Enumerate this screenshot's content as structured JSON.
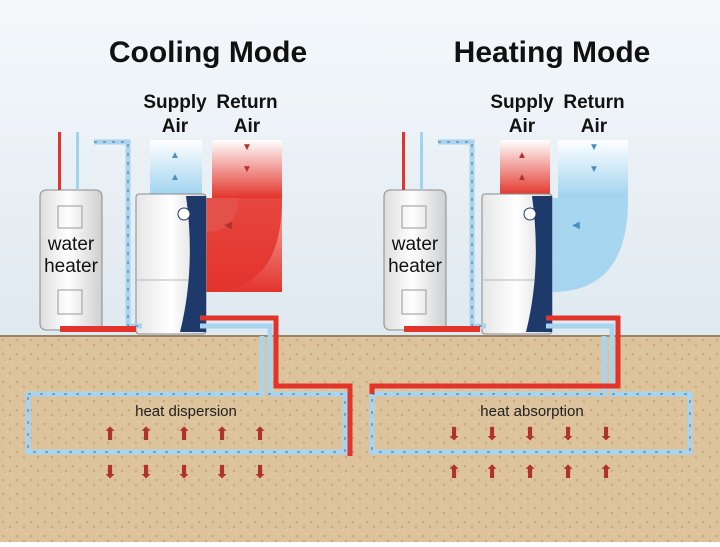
{
  "cooling": {
    "title": "Cooling Mode",
    "supply_line1": "Supply",
    "supply_line2": "Air",
    "return_line1": "Return",
    "return_line2": "Air",
    "heater_line1": "water",
    "heater_line2": "heater",
    "loop_label": "heat dispersion"
  },
  "heating": {
    "title": "Heating Mode",
    "supply_line1": "Supply",
    "supply_line2": "Air",
    "return_line1": "Return",
    "return_line2": "Air",
    "heater_line1": "water",
    "heater_line2": "heater",
    "loop_label": "heat absorption"
  },
  "colors": {
    "sky_top": "#eaf2f8",
    "ground": "#dcc39b",
    "hot_red": "#e3342b",
    "cool_blue": "#9fd3f0",
    "pipe_blue": "#a9d4ef",
    "arrow_red": "#b0332a",
    "unit_navy": "#1e3a6b"
  },
  "icons": [
    "up-arrow-icon",
    "down-arrow-icon"
  ]
}
